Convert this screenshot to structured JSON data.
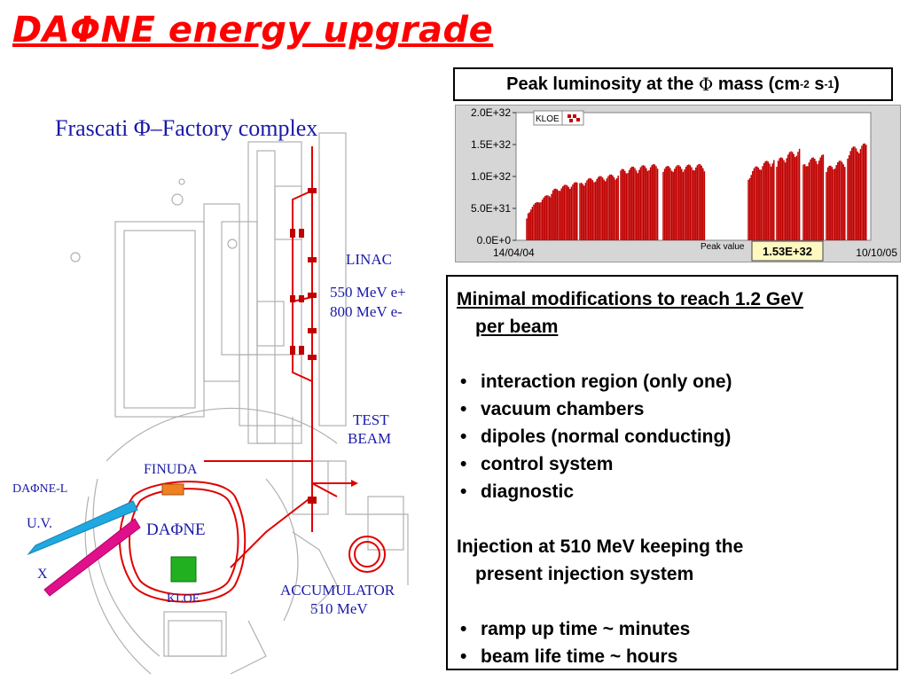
{
  "slide": {
    "title": "DAΦNE energy upgrade"
  },
  "diagram": {
    "title": "Frascati Φ–Factory complex",
    "labels": {
      "linac": "LINAC",
      "linac_energy_1": "550 MeV e+",
      "linac_energy_2": "800 MeV e-",
      "test_beam_1": "TEST",
      "test_beam_2": "BEAM",
      "finuda": "FINUDA",
      "daphne_l": "DAΦNE-L",
      "uv": "U.V.",
      "x": "X",
      "daphne": "DAΦNE",
      "kloe": "KLOE",
      "accumulator_1": "ACCUMULATOR",
      "accumulator_2": "510 MeV"
    },
    "colors": {
      "beamline": "#e00000",
      "label": "#1a1aa8",
      "finuda": "#f08020",
      "kloe": "#20b020",
      "uv": "#20a8e0",
      "x": "#e0108a"
    }
  },
  "luminosity": {
    "title_prefix": "Peak luminosity at the ",
    "phi": "Φ",
    "title_mid": " mass (cm",
    "exp1": "-2",
    "title_mid2": " s",
    "exp2": "-1",
    "title_suffix": ")"
  },
  "chart_data": {
    "type": "bar",
    "title": "",
    "legend": "KLOE",
    "legend_position": "top-left",
    "y_ticks": [
      "0.0E+0",
      "5.0E+31",
      "1.0E+32",
      "1.5E+32",
      "2.0E+32"
    ],
    "ylim": [
      0,
      2e+32
    ],
    "x_start": "14/04/04",
    "x_end": "10/10/05",
    "peak_label": "Peak value",
    "peak_value": "1.53E+32",
    "color": "#c00000",
    "segments": [
      {
        "from": 0.03,
        "to": 0.1,
        "start": 3.5e+31,
        "end": 7.5e+31
      },
      {
        "from": 0.1,
        "to": 0.175,
        "start": 7.5e+31,
        "end": 9.2e+31
      },
      {
        "from": 0.18,
        "to": 0.29,
        "start": 9e+31,
        "end": 1.05e+32
      },
      {
        "from": 0.295,
        "to": 0.4,
        "start": 1.1e+32,
        "end": 1.2e+32
      },
      {
        "from": 0.415,
        "to": 0.535,
        "start": 1.15e+32,
        "end": 1.2e+32
      },
      {
        "from": 0.655,
        "to": 0.73,
        "start": 1e+32,
        "end": 1.3e+32
      },
      {
        "from": 0.735,
        "to": 0.8,
        "start": 1.2e+32,
        "end": 1.45e+32
      },
      {
        "from": 0.81,
        "to": 0.87,
        "start": 1.2e+32,
        "end": 1.35e+32
      },
      {
        "from": 0.875,
        "to": 0.93,
        "start": 1.1e+32,
        "end": 1.28e+32
      },
      {
        "from": 0.935,
        "to": 0.99,
        "start": 1.4e+32,
        "end": 1.53e+32
      }
    ]
  },
  "info": {
    "heading_1": "Minimal modifications to reach 1.2 GeV",
    "heading_2": "per beam",
    "bullets_1": [
      "interaction region (only one)",
      "vacuum chambers",
      "dipoles (normal conducting)",
      "control system",
      "diagnostic"
    ],
    "injection_1": "Injection at 510 MeV keeping the",
    "injection_2": "present injection system",
    "bullets_2": [
      "ramp up time ~ minutes",
      "beam life time ~ hours"
    ]
  }
}
